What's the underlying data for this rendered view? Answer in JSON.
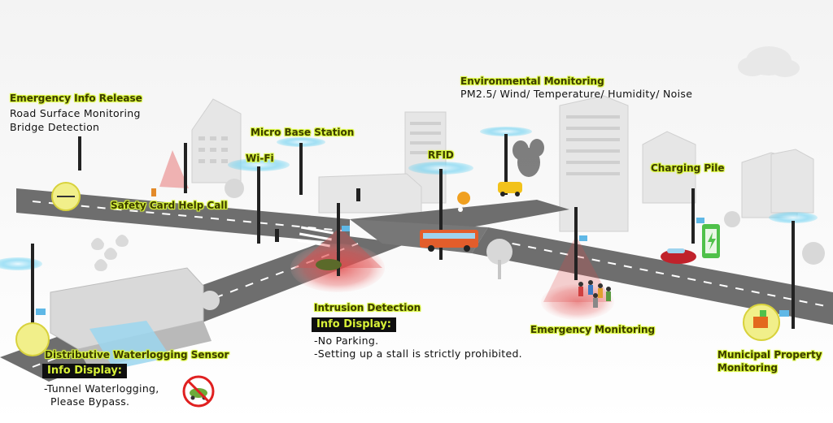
{
  "labels": {
    "emergency_info_release": "Emergency Info Release",
    "road_surface_monitoring": "Road Surface Monitoring",
    "bridge_detection": "Bridge Detection",
    "environmental_monitoring": "Environmental Monitoring",
    "env_parameters": "PM2.5/ Wind/ Temperature/ Humidity/ Noise",
    "micro_base_station": "Micro Base Station",
    "wifi": "Wi-Fi",
    "rfid": "RFID",
    "charging_pile": "Charging Pile",
    "safety_card_help_call": "Safety Card Help Call",
    "intrusion_detection": "Intrusion Detection",
    "emergency_monitoring": "Emergency Monitoring",
    "distributive_waterlogging_sensor": "Distributive Waterlogging Sensor",
    "municipal_property_monitoring_line1": "Municipal Property",
    "municipal_property_monitoring_line2": "Monitoring"
  },
  "info_displays": {
    "intrusion": {
      "title": "Info Display:",
      "line1": "-No Parking.",
      "line2": "-Setting up a stall is strictly prohibited."
    },
    "waterlogging": {
      "title": "Info Display:",
      "line1": "-Tunnel Waterlogging,",
      "line2": "Please Bypass."
    }
  },
  "colors": {
    "label_highlight": "#d7f43a",
    "label_text": "#3b3b00",
    "info_box_bg": "#0f0f0f",
    "info_box_text": "#d9f238",
    "road": "#6e6e6e",
    "signal_ring": "#3ec8f0",
    "detection_zone": "#e04848",
    "building": "#e6e6e6"
  },
  "icons": [
    "smart-pole-icon",
    "signal-ring-icon",
    "detection-zone-icon",
    "bus-icon",
    "car-icon",
    "taxi-icon",
    "charging-pile-icon",
    "no-car-icon",
    "location-pin-icon",
    "rain-drop-icon",
    "cloud-icon",
    "tree-icon",
    "pedestrian-group-icon",
    "emergency-phone-icon",
    "municipal-property-icon"
  ]
}
